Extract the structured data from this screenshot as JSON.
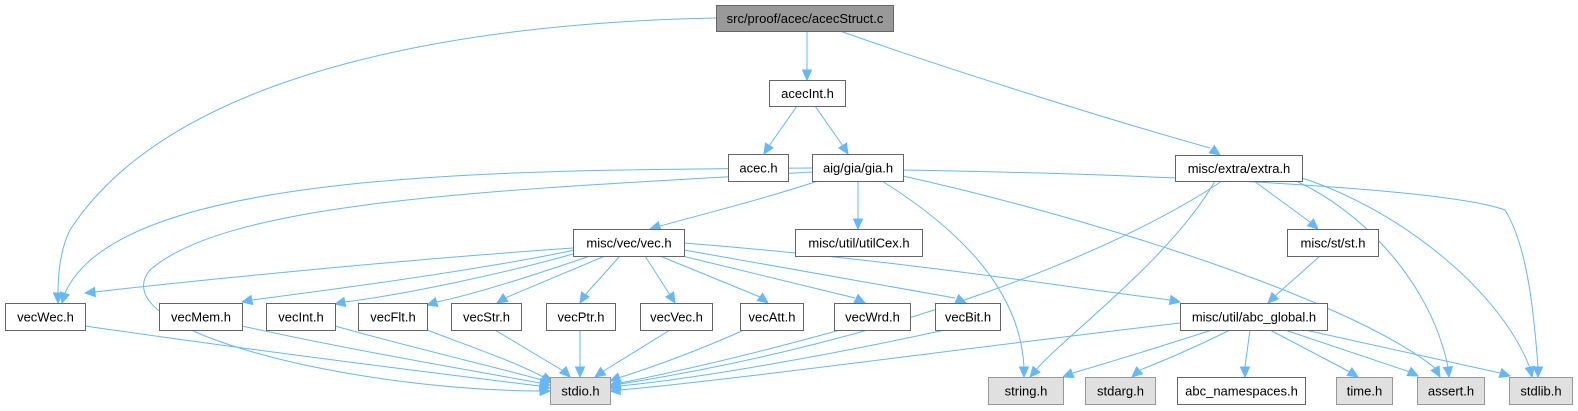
{
  "graph": {
    "title": "Include dependency graph for src/proof/acec/acecStruct.c",
    "colors": {
      "edge": "#63b8ff",
      "root_fill": "#999999",
      "root_border": "#666666",
      "node_fill": "#ffffff",
      "node_border": "#666666",
      "system_fill": "#e0e0e0",
      "system_border": "#999999"
    },
    "nodes": [
      {
        "id": "root",
        "label": "src/proof/acec/acecStruct.c",
        "kind": "root"
      },
      {
        "id": "acecInt",
        "label": "acecInt.h",
        "kind": "normal"
      },
      {
        "id": "acec",
        "label": "acec.h",
        "kind": "normal"
      },
      {
        "id": "gia",
        "label": "aig/gia/gia.h",
        "kind": "normal"
      },
      {
        "id": "extra",
        "label": "misc/extra/extra.h",
        "kind": "normal"
      },
      {
        "id": "vec",
        "label": "misc/vec/vec.h",
        "kind": "normal"
      },
      {
        "id": "utilCex",
        "label": "misc/util/utilCex.h",
        "kind": "normal"
      },
      {
        "id": "st",
        "label": "misc/st/st.h",
        "kind": "normal"
      },
      {
        "id": "vecWec",
        "label": "vecWec.h",
        "kind": "normal"
      },
      {
        "id": "vecMem",
        "label": "vecMem.h",
        "kind": "normal"
      },
      {
        "id": "vecInt",
        "label": "vecInt.h",
        "kind": "normal"
      },
      {
        "id": "vecFlt",
        "label": "vecFlt.h",
        "kind": "normal"
      },
      {
        "id": "vecStr",
        "label": "vecStr.h",
        "kind": "normal"
      },
      {
        "id": "vecPtr",
        "label": "vecPtr.h",
        "kind": "normal"
      },
      {
        "id": "vecVec",
        "label": "vecVec.h",
        "kind": "normal"
      },
      {
        "id": "vecAtt",
        "label": "vecAtt.h",
        "kind": "normal"
      },
      {
        "id": "vecWrd",
        "label": "vecWrd.h",
        "kind": "normal"
      },
      {
        "id": "vecBit",
        "label": "vecBit.h",
        "kind": "normal"
      },
      {
        "id": "abc_global",
        "label": "misc/util/abc_global.h",
        "kind": "normal"
      },
      {
        "id": "stdio",
        "label": "stdio.h",
        "kind": "system"
      },
      {
        "id": "string",
        "label": "string.h",
        "kind": "system"
      },
      {
        "id": "stdarg",
        "label": "stdarg.h",
        "kind": "system"
      },
      {
        "id": "abc_namespaces",
        "label": "abc_namespaces.h",
        "kind": "normal"
      },
      {
        "id": "time",
        "label": "time.h",
        "kind": "system"
      },
      {
        "id": "assert",
        "label": "assert.h",
        "kind": "system"
      },
      {
        "id": "stdlib",
        "label": "stdlib.h",
        "kind": "system"
      }
    ],
    "edges": [
      {
        "from": "root",
        "to": "acecInt"
      },
      {
        "from": "root",
        "to": "vecWec"
      },
      {
        "from": "root",
        "to": "extra"
      },
      {
        "from": "acecInt",
        "to": "acec"
      },
      {
        "from": "acecInt",
        "to": "gia"
      },
      {
        "from": "gia",
        "to": "vecWec"
      },
      {
        "from": "gia",
        "to": "stdio"
      },
      {
        "from": "gia",
        "to": "vec"
      },
      {
        "from": "gia",
        "to": "utilCex"
      },
      {
        "from": "gia",
        "to": "string"
      },
      {
        "from": "gia",
        "to": "assert"
      },
      {
        "from": "gia",
        "to": "stdlib"
      },
      {
        "from": "extra",
        "to": "stdio"
      },
      {
        "from": "extra",
        "to": "string"
      },
      {
        "from": "extra",
        "to": "st"
      },
      {
        "from": "extra",
        "to": "assert"
      },
      {
        "from": "extra",
        "to": "stdlib"
      },
      {
        "from": "st",
        "to": "abc_global"
      },
      {
        "from": "vec",
        "to": "vecWec"
      },
      {
        "from": "vec",
        "to": "vecMem"
      },
      {
        "from": "vec",
        "to": "vecInt"
      },
      {
        "from": "vec",
        "to": "vecFlt"
      },
      {
        "from": "vec",
        "to": "vecStr"
      },
      {
        "from": "vec",
        "to": "vecPtr"
      },
      {
        "from": "vec",
        "to": "vecVec"
      },
      {
        "from": "vec",
        "to": "vecAtt"
      },
      {
        "from": "vec",
        "to": "vecWrd"
      },
      {
        "from": "vec",
        "to": "vecBit"
      },
      {
        "from": "vec",
        "to": "abc_global"
      },
      {
        "from": "vecWec",
        "to": "stdio"
      },
      {
        "from": "vecMem",
        "to": "stdio"
      },
      {
        "from": "vecInt",
        "to": "stdio"
      },
      {
        "from": "vecFlt",
        "to": "stdio"
      },
      {
        "from": "vecStr",
        "to": "stdio"
      },
      {
        "from": "vecPtr",
        "to": "stdio"
      },
      {
        "from": "vecVec",
        "to": "stdio"
      },
      {
        "from": "vecAtt",
        "to": "stdio"
      },
      {
        "from": "vecWrd",
        "to": "stdio"
      },
      {
        "from": "vecBit",
        "to": "stdio"
      },
      {
        "from": "abc_global",
        "to": "stdio"
      },
      {
        "from": "abc_global",
        "to": "string"
      },
      {
        "from": "abc_global",
        "to": "stdarg"
      },
      {
        "from": "abc_global",
        "to": "abc_namespaces"
      },
      {
        "from": "abc_global",
        "to": "time"
      },
      {
        "from": "abc_global",
        "to": "assert"
      },
      {
        "from": "abc_global",
        "to": "stdlib"
      }
    ]
  }
}
